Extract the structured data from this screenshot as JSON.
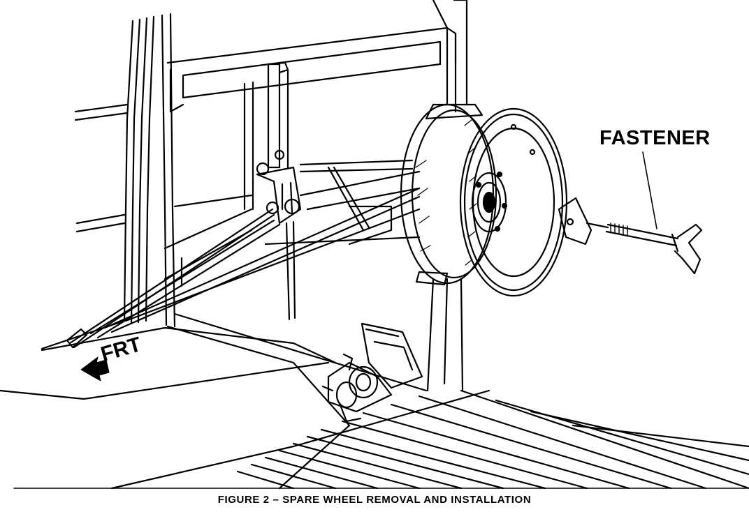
{
  "figure": {
    "caption": "FIGURE 2 – SPARE WHEEL REMOVAL AND INSTALLATION",
    "callouts": {
      "fastener": "FASTENER",
      "front_direction": "FRT"
    },
    "style": {
      "ink": "#000000",
      "paper": "#ffffff"
    }
  }
}
